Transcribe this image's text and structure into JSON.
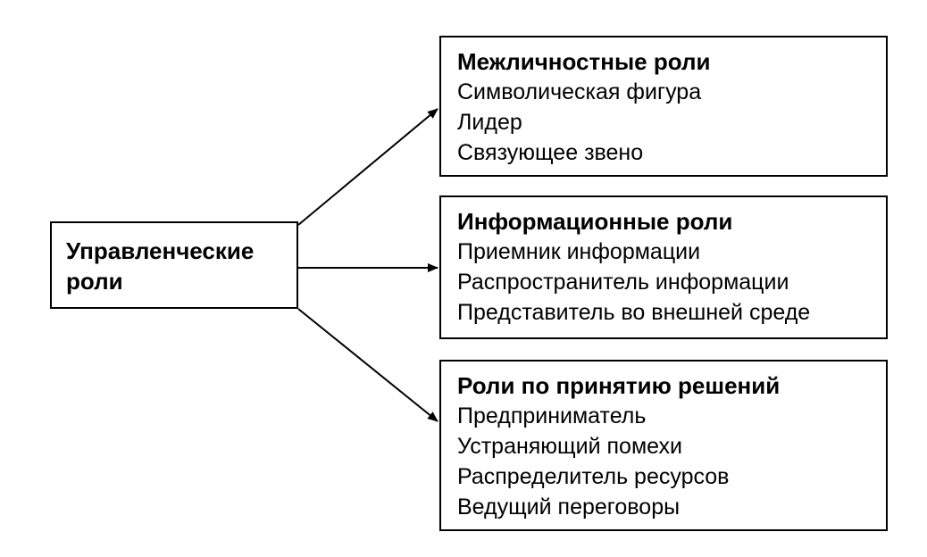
{
  "diagram": {
    "root": {
      "title": "Управленческие роли"
    },
    "groups": [
      {
        "id": "interpersonal",
        "title": "Межличностные роли",
        "items": [
          "Символическая фигура",
          "Лидер",
          "Связующее звено"
        ]
      },
      {
        "id": "informational",
        "title": "Информационные роли",
        "items": [
          "Приемник информации",
          "Распространитель информации",
          "Представитель во внешней среде"
        ]
      },
      {
        "id": "decisional",
        "title": "Роли по принятию решений",
        "items": [
          "Предприниматель",
          "Устраняющий помехи",
          "Распределитель ресурсов",
          "Ведущий переговоры"
        ]
      }
    ],
    "colors": {
      "stroke": "#000000",
      "background": "#ffffff"
    }
  }
}
